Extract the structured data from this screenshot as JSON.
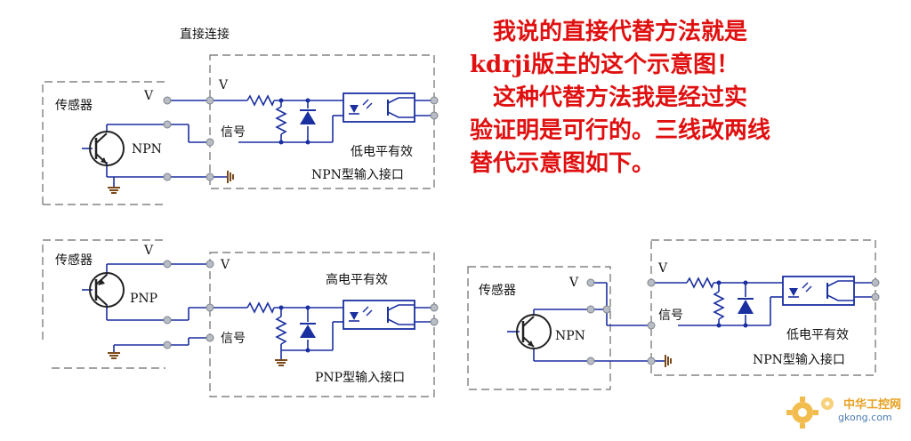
{
  "header": {
    "direct_connection": "直接连接"
  },
  "note": {
    "lines": [
      "　我说的直接代替方法就是",
      "kdrji版主的这个示意图！",
      "　这种代替方法我是经过实",
      "验证明是可行的。三线改两线",
      "替代示意图如下。"
    ]
  },
  "diagram_npn": {
    "sensor_label": "传感器",
    "v_sensor": "V",
    "v_input": "V",
    "transistor_label": "NPN",
    "signal_label": "信号",
    "level_label": "低电平有效",
    "interface_label": "NPN型输入接口"
  },
  "diagram_pnp": {
    "sensor_label": "传感器",
    "v_sensor": "V",
    "v_input": "V",
    "transistor_label": "PNP",
    "signal_label": "信号",
    "level_label": "高电平有效",
    "interface_label": "PNP型输入接口"
  },
  "diagram_two_wire": {
    "sensor_label": "传感器",
    "v_sensor": "V",
    "v_input": "V",
    "transistor_label": "NPN",
    "signal_label": "信号",
    "level_label": "低电平有效",
    "interface_label": "NPN型输入接口"
  },
  "watermark": {
    "title": "中华工控网",
    "url": "gkong.com"
  },
  "colors": {
    "wire": "#1a2fa0",
    "terminal": "#9aa0aa",
    "border": "#6b6b6b",
    "note": "#e01010",
    "logo": "#e8a020"
  }
}
